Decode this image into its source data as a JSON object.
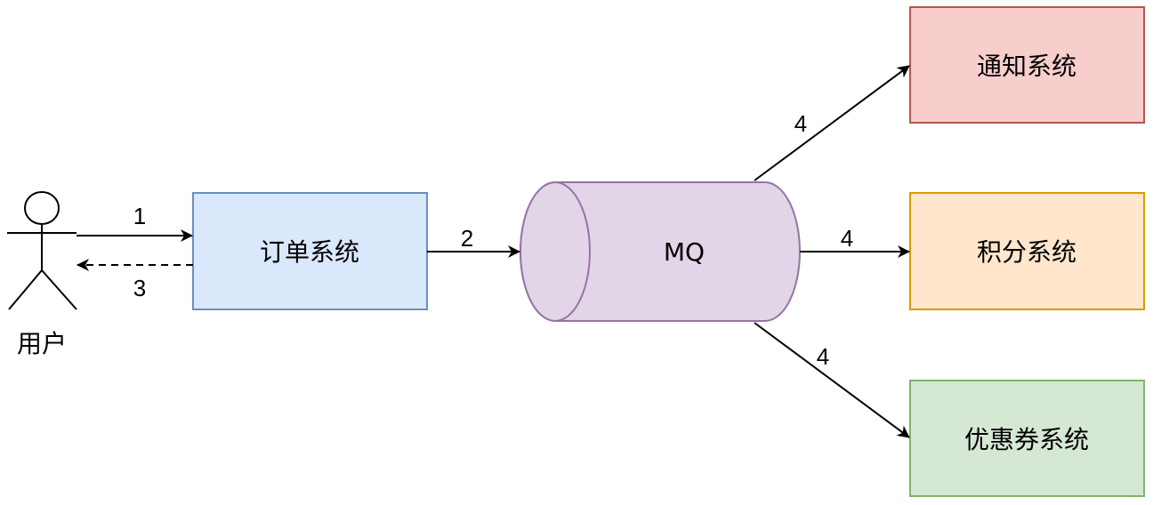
{
  "nodes": {
    "user": {
      "label": "用户"
    },
    "order": {
      "label": "订单系统",
      "fill": "#dae8fc",
      "stroke": "#6c8ebf"
    },
    "mq": {
      "label": "MQ",
      "fill": "#e1d5e7",
      "stroke": "#9673a6"
    },
    "notify": {
      "label": "通知系统",
      "fill": "#f8cecc",
      "stroke": "#b85450"
    },
    "points": {
      "label": "积分系统",
      "fill": "#ffe6cc",
      "stroke": "#d79b00"
    },
    "coupon": {
      "label": "优惠券系统",
      "fill": "#d5e8d4",
      "stroke": "#82b366"
    }
  },
  "edges": [
    {
      "from": "user",
      "to": "order",
      "label": "1",
      "style": "solid"
    },
    {
      "from": "order",
      "to": "mq",
      "label": "2",
      "style": "solid"
    },
    {
      "from": "order",
      "to": "user",
      "label": "3",
      "style": "dashed"
    },
    {
      "from": "mq",
      "to": "notify",
      "label": "4",
      "style": "solid"
    },
    {
      "from": "mq",
      "to": "points",
      "label": "4",
      "style": "solid"
    },
    {
      "from": "mq",
      "to": "coupon",
      "label": "4",
      "style": "solid"
    }
  ]
}
